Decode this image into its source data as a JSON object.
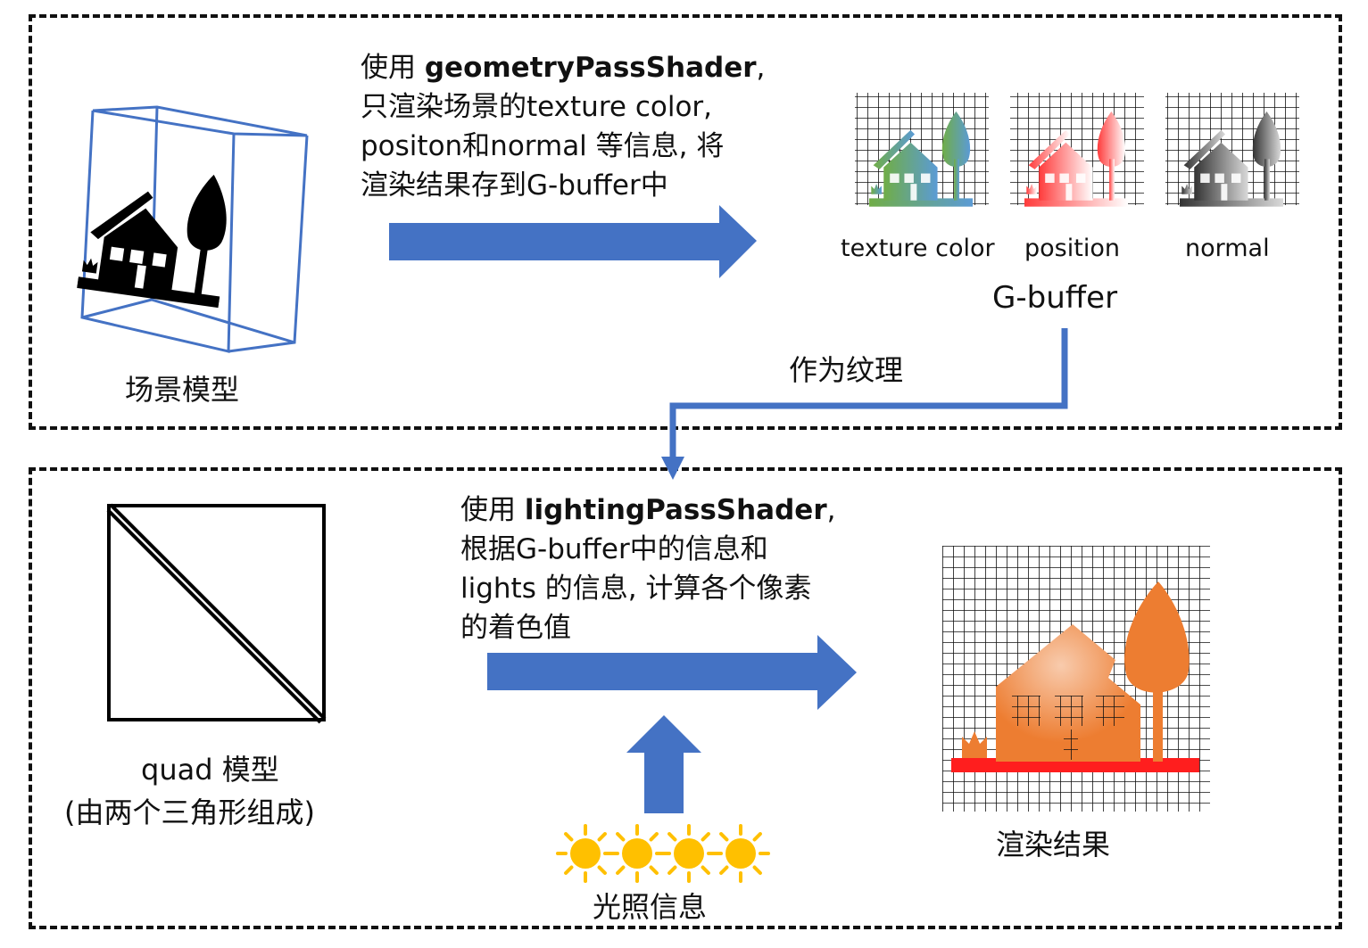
{
  "colors": {
    "arrow": "#4472C4",
    "box_outline": "#4472C4",
    "panel_border": "#111111",
    "sun": "#FFC000",
    "grad_texture": [
      "#70AD47",
      "#5B9BD5"
    ],
    "grad_position": [
      "#FF3B3B",
      "#FFFFFF"
    ],
    "grad_normal": [
      "#333333",
      "#D9D9D9"
    ],
    "grad_result": [
      "#F8CBAD",
      "#ED7D31",
      "#FF0000"
    ]
  },
  "top_panel": {
    "scene_label": "场景模型",
    "description": {
      "line1_prefix": "使用 ",
      "line1_bold": "geometryPassShader",
      "line1_suffix": ",",
      "line2": "只渲染场景的texture color,",
      "line3": "positon和normal 等信息, 将",
      "line4": "渲染结果存到G-buffer中"
    },
    "gbuffer": {
      "items": [
        "texture color",
        "position",
        "normal"
      ],
      "title": "G-buffer"
    }
  },
  "connector_label": "作为纹理",
  "bottom_panel": {
    "quad_label_1": "quad 模型",
    "quad_label_2": "(由两个三角形组成)",
    "description": {
      "line1_prefix": "使用 ",
      "line1_bold": "lightingPassShader",
      "line1_suffix": ",",
      "line2": "根据G-buffer中的信息和",
      "line3": "lights 的信息, 计算各个像素",
      "line4": "的着色值"
    },
    "lights_label": "光照信息",
    "result_label": "渲染结果"
  },
  "icons": {
    "scene": "house-tree-icon",
    "sun": "sun-icon",
    "quad": "quad-triangles-icon"
  }
}
